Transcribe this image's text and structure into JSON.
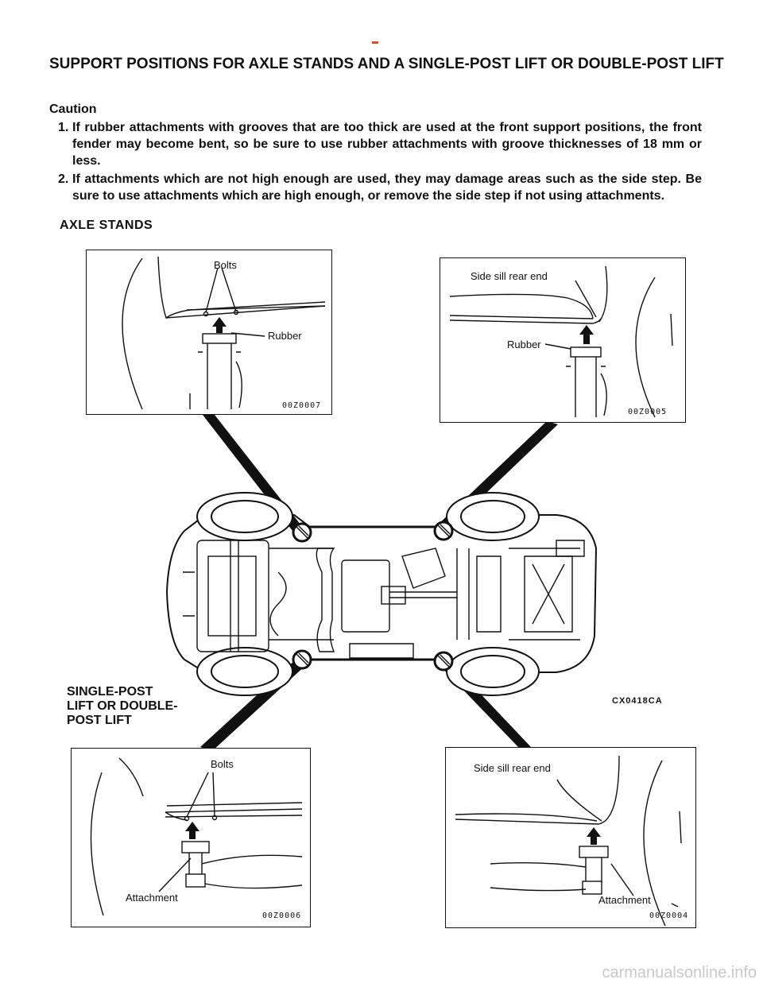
{
  "header": {
    "mark_color": "#e24a2a"
  },
  "page": {
    "title": "SUPPORT POSITIONS FOR AXLE STANDS AND A SINGLE-POST LIFT OR DOUBLE-POST LIFT",
    "caution_label": "Caution",
    "caution_items": [
      {
        "num": "1.",
        "text": "If rubber attachments with grooves that are too thick are used at the front support positions, the front fender may become bent, so be sure to use rubber attachments with groove thicknesses of 18 mm or less."
      },
      {
        "num": "2.",
        "text": "If attachments which are not high enough are used, they may damage areas such as the side step. Be sure to use attachments which are high enough, or remove the side step if not using attachments."
      }
    ],
    "axle_heading": "AXLE STANDS",
    "lift_heading": "SINGLE-POST LIFT OR DOUBLE- POST LIFT",
    "lift_heading_lines": [
      "SINGLE-POST",
      "LIFT OR DOUBLE-",
      "POST LIFT"
    ],
    "main_figure_code": "CX0418CA"
  },
  "figures": {
    "top_left": {
      "labels": [
        "Bolts",
        "Rubber"
      ],
      "code": "00Z0007"
    },
    "top_right": {
      "labels": [
        "Side sill rear end",
        "Rubber"
      ],
      "code": "00Z0005"
    },
    "bottom_left": {
      "labels": [
        "Bolts",
        "Attachment"
      ],
      "code": "00Z0006"
    },
    "bottom_right": {
      "labels": [
        "Side sill rear end",
        "Attachment"
      ],
      "code": "00Z0004"
    }
  },
  "watermark": "carmanualsonline.info"
}
